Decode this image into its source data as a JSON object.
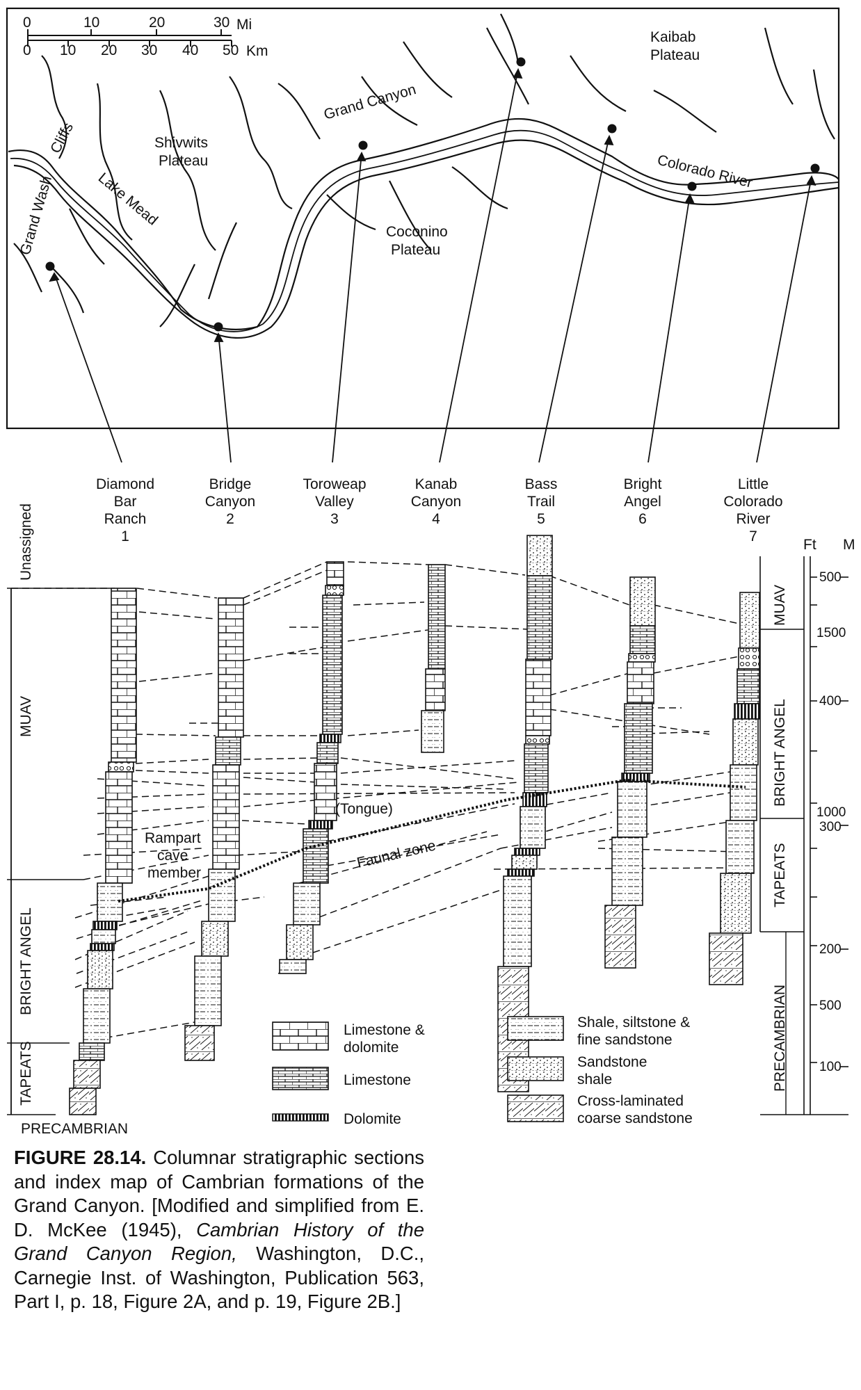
{
  "map": {
    "scale": {
      "mi_unit": "Mi",
      "km_unit": "Km",
      "mi_ticks": [
        "0",
        "10",
        "20",
        "30"
      ],
      "km_ticks": [
        "0",
        "10",
        "20",
        "30",
        "40",
        "50"
      ]
    },
    "labels": {
      "kaibab_1": "Kaibab",
      "kaibab_2": "Plateau",
      "grand_canyon": "Grand Canyon",
      "shivwits_1": "Shivwits",
      "shivwits_2": "Plateau",
      "cliffs": "Cliffs",
      "grand_wash": "Grand Wash",
      "lake_mead": "Lake Mead",
      "coconino_1": "Coconino",
      "coconino_2": "Plateau",
      "colorado_river": "Colorado River"
    }
  },
  "sections": [
    {
      "l1": "Diamond",
      "l2": "Bar",
      "l3": "Ranch",
      "num": "1"
    },
    {
      "l1": "Bridge",
      "l2": "Canyon",
      "l3": "",
      "num": "2"
    },
    {
      "l1": "Toroweap",
      "l2": "Valley",
      "l3": "",
      "num": "3"
    },
    {
      "l1": "Kanab",
      "l2": "Canyon",
      "l3": "",
      "num": "4"
    },
    {
      "l1": "Bass",
      "l2": "Trail",
      "l3": "",
      "num": "5"
    },
    {
      "l1": "Bright",
      "l2": "Angel",
      "l3": "",
      "num": "6"
    },
    {
      "l1": "Little",
      "l2": "Colorado",
      "l3": "River",
      "num": "7"
    }
  ],
  "left_formations": {
    "unassigned": "Unassigned",
    "muav": "MUAV",
    "bright_angel": "BRIGHT ANGEL",
    "tapeats": "TAPEATS",
    "precambrian": "PRECAMBRIAN"
  },
  "right_formations": {
    "muav": "MUAV",
    "bright_angel": "BRIGHT ANGEL",
    "tapeats": "TAPEATS",
    "precambrian": "PRECAMBRIAN"
  },
  "scale_bar": {
    "ft_label": "Ft",
    "m_label": "M",
    "m_ticks": [
      "500",
      "400",
      "300",
      "200",
      "100"
    ],
    "ft_ticks": [
      "1500",
      "1000",
      "500"
    ]
  },
  "annotations": {
    "tongue": "(Tongue)",
    "rampart_1": "Rampart",
    "rampart_2": "cave",
    "rampart_3": "member",
    "faunal_zone": "Faunal zone"
  },
  "legend": {
    "limestone_dolomite_1": "Limestone &",
    "limestone_dolomite_2": "dolomite",
    "limestone": "Limestone",
    "dolomite": "Dolomite",
    "shale_1": "Shale, siltstone &",
    "shale_2": "fine sandstone",
    "sandstone_1": "Sandstone",
    "sandstone_2": "shale",
    "crosslam_1": "Cross-laminated",
    "crosslam_2": "coarse sandstone"
  },
  "caption": {
    "figure_label": "FIGURE 28.14.",
    "text_1": " Columnar stratigraphic sections and index map of Cambrian formations of the Grand Canyon. [Modified and simplified from E. D. McKee (1945), ",
    "title_italic": "Cambrian History of the Grand Canyon Region,",
    "text_2": " Washington, D.C., Carnegie Inst. of Washington, Publication 563, Part I, p. 18, Figure 2A, and p. 19, Figure 2B.]"
  }
}
